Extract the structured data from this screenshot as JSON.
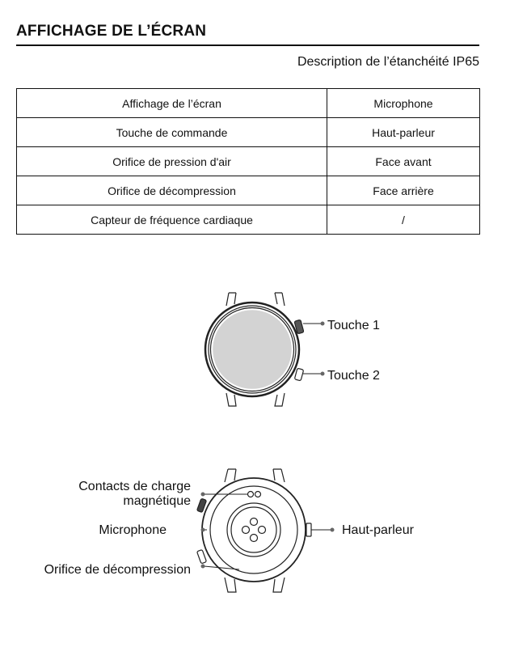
{
  "title": "AFFICHAGE DE L’ÉCRAN",
  "subtitle": "Description de l’étanchéité IP65",
  "table": [
    [
      "Affichage de l’écran",
      "Microphone"
    ],
    [
      "Touche de commande",
      "Haut-parleur"
    ],
    [
      "Orifice de pression d'air",
      "Face avant"
    ],
    [
      "Orifice de décompression",
      "Face arrière"
    ],
    [
      "Capteur de fréquence cardiaque",
      "/"
    ]
  ],
  "front": {
    "button1": "Touche 1",
    "button2": "Touche 2"
  },
  "back": {
    "contacts_line1": "Contacts de charge",
    "contacts_line2": "magnétique",
    "microphone": "Microphone",
    "speaker": "Haut-parleur",
    "vent": "Orifice de décompression"
  }
}
